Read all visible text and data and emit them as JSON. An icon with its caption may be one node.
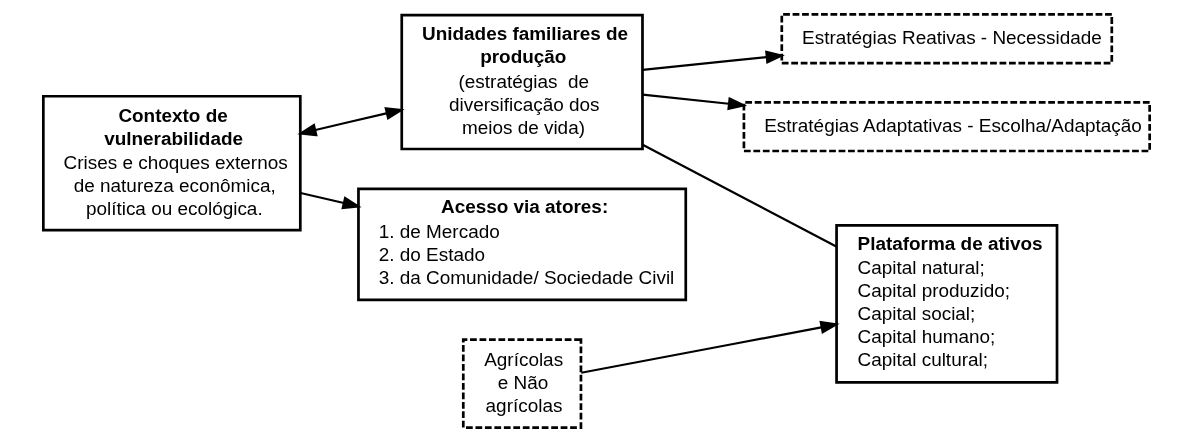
{
  "diagram": {
    "nodes": [
      {
        "text": [
          "Contexto de vulnerabilidade",
          "Crises e choques externos de natureza econômica, política ou ecológica."
        ]
      },
      {
        "text": [
          "Unidades familiares de produção",
          "(estratégias  de diversificação dos meios de vida)"
        ]
      },
      {
        "text": [
          "Estratégias Reativas - Necessidade"
        ]
      },
      {
        "text": [
          "Estratégias Adaptativas - Escolha/Adaptação"
        ]
      },
      {
        "text": [
          "Agrícolas e Não agrícolas"
        ]
      },
      {
        "text": [
          "Acesso via atores:",
          "1. de Mercado",
          "2. do Estado",
          "3. da Comunidade/ Sociedade Civil"
        ]
      },
      {
        "text": [
          "Plataforma de ativos",
          "Capital natural;",
          "Capital produzido;",
          "Capital social;",
          "Capital humano;",
          "Capital cultural;"
        ]
      }
    ],
    "edges": [
      {
        "from": 0,
        "to": 1,
        "arrow": "both"
      },
      {
        "from": 1,
        "to": 2,
        "arrow": "to"
      },
      {
        "from": 1,
        "to": 3,
        "arrow": "to"
      },
      {
        "from": 4,
        "to": 6,
        "arrow": "to"
      },
      {
        "from": 0,
        "to": 5,
        "arrow": "to"
      },
      {
        "from": 1,
        "to": 6,
        "arrow": "none"
      }
    ]
  }
}
